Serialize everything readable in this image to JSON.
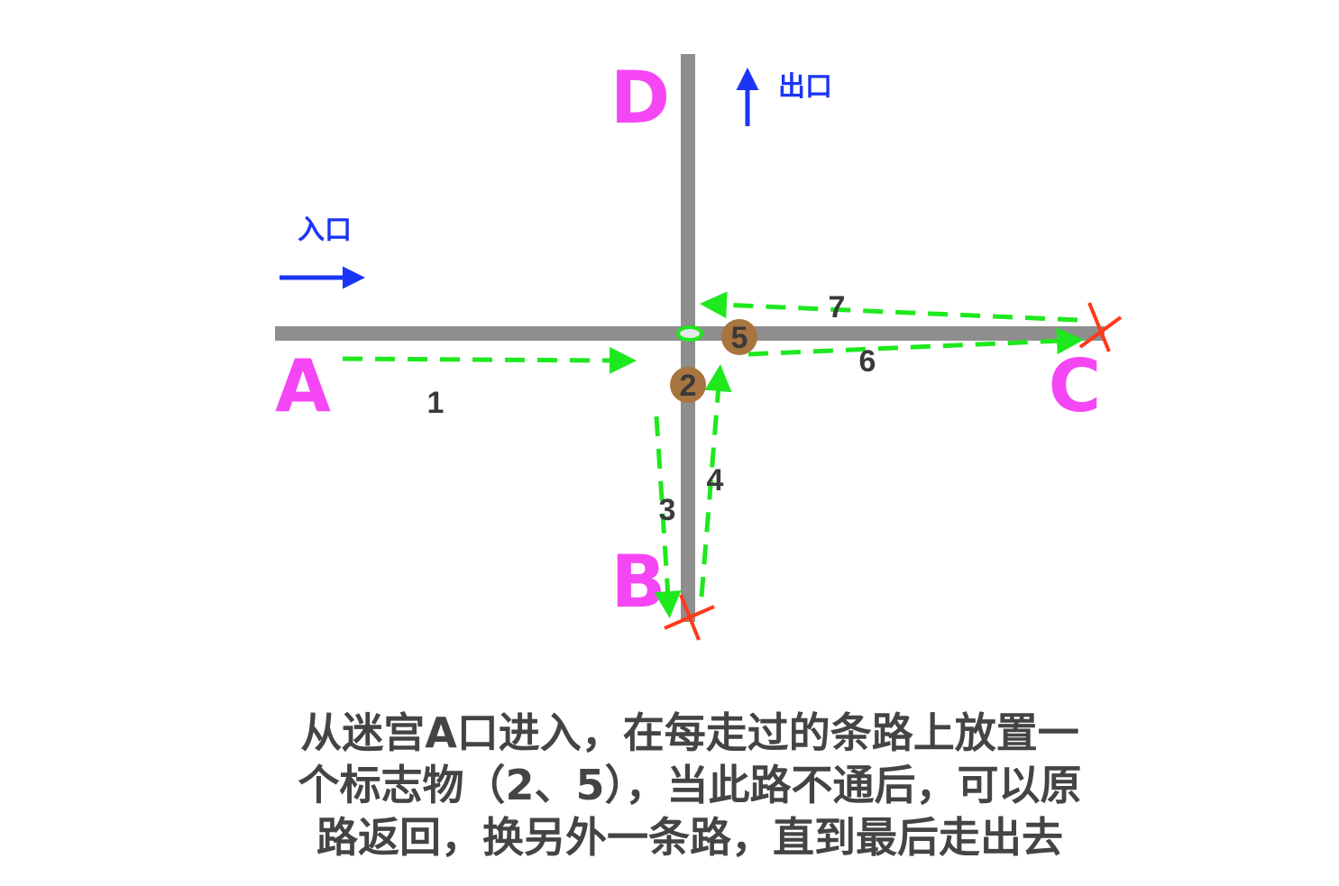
{
  "points": {
    "A": "A",
    "B": "B",
    "C": "C",
    "D": "D"
  },
  "entrance_label": "入口",
  "exit_label": "出口",
  "path_numbers": [
    "1",
    "3",
    "4",
    "6",
    "7"
  ],
  "markers": [
    "2",
    "5"
  ],
  "caption": [
    "从迷宫A口进入，在每走过的条路上放置一",
    "个标志物（2、5），当此路不通后，可以原",
    "路返回，换另外一条路，直到最后走出去"
  ],
  "colors": {
    "road": "#8e8e8e",
    "point_label": "#f546f5",
    "arrow_blue": "#1a35f5",
    "path_green": "#1ee81e",
    "marker": "#a87440",
    "dead_end": "#ff3a1a"
  },
  "icons": [
    "dead-end-x-icon",
    "marker-circle-icon"
  ]
}
